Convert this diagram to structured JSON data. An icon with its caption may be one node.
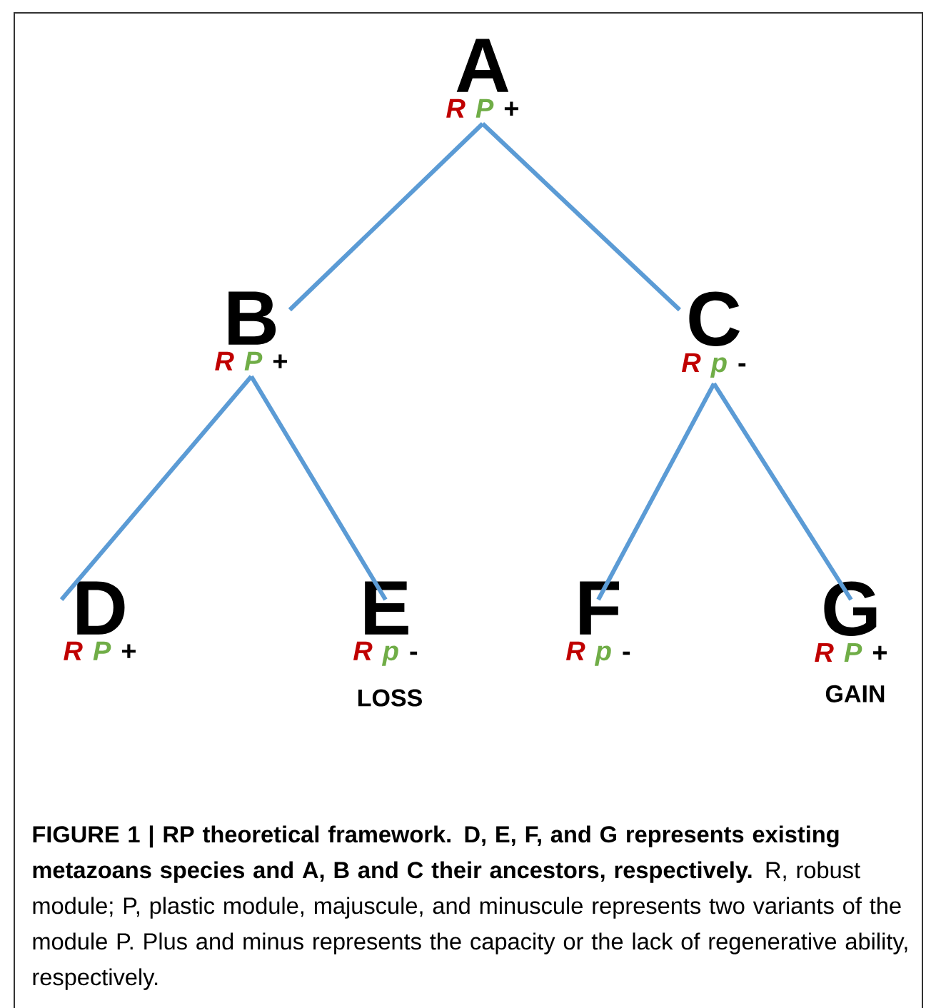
{
  "diagram": {
    "caption": "**FIGURE 1 | RP theoretical framework. D, E, F, and G represents existing metazoans species and A, B and C their ancestors, respectively.** R, robust module; P, plastic module, majuscule, and minuscule represents two variants of the module P. Plus and minus represents the capacity or the lack of regenerative ability, respectively.",
    "nodes": [
      {
        "text": [
          "A",
          "R",
          "P",
          "+"
        ]
      },
      {
        "text": [
          "B",
          "R",
          "P",
          "+"
        ]
      },
      {
        "text": [
          "C",
          "R",
          "p",
          "-"
        ]
      },
      {
        "text": [
          "D",
          "R",
          "P",
          "+"
        ]
      },
      {
        "text": [
          "E",
          "R",
          "p",
          "-"
        ],
        "beside": [
          "LOSS"
        ]
      },
      {
        "text": [
          "F",
          "R",
          "p",
          "-"
        ]
      },
      {
        "text": [
          "G",
          "R",
          "P",
          "+"
        ],
        "beside": [
          "GAIN"
        ]
      }
    ],
    "edges": [
      {
        "from": 0,
        "to": 1,
        "arrow": "none"
      },
      {
        "from": 0,
        "to": 2,
        "arrow": "none"
      },
      {
        "from": 1,
        "to": 3,
        "arrow": "none"
      },
      {
        "from": 1,
        "to": 4,
        "arrow": "none"
      },
      {
        "from": 2,
        "to": 5,
        "arrow": "none"
      },
      {
        "from": 2,
        "to": 6,
        "arrow": "none"
      }
    ]
  }
}
